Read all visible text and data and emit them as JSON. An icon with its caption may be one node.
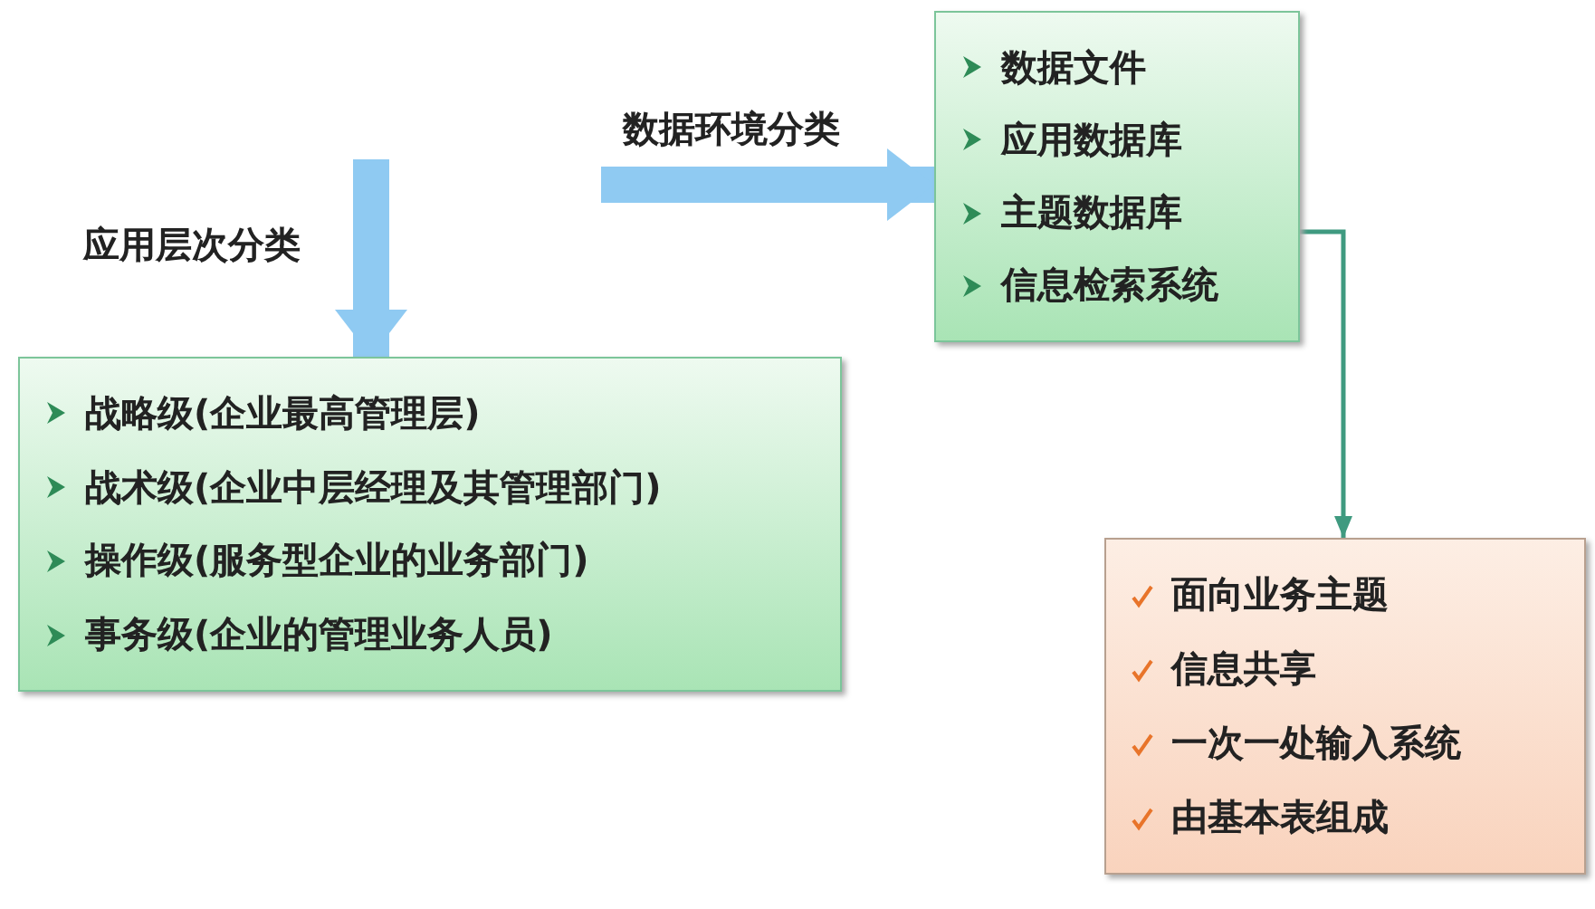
{
  "diagram": {
    "nodes": [
      {
        "text": [
          "战略级(企业最高管理层)",
          "战术级(企业中层经理及其管理部门)",
          "操作级(服务型企业的业务部门)",
          "事务级(企业的管理业务人员)"
        ]
      },
      {
        "text": [
          "数据文件",
          "应用数据库",
          "主题数据库",
          "信息检索系统"
        ]
      },
      {
        "text": [
          "面向业务主题",
          "信息共享",
          "一次一处输入系统",
          "由基本表组成"
        ]
      }
    ],
    "edges": [
      {
        "from": null,
        "to": 0,
        "arrow": "to",
        "label": "应用层次分类"
      },
      {
        "from": null,
        "to": 1,
        "arrow": "to",
        "label": "数据环境分类"
      },
      {
        "from": 1,
        "to": 2,
        "arrow": "to",
        "color": "#3f9a80"
      }
    ]
  }
}
